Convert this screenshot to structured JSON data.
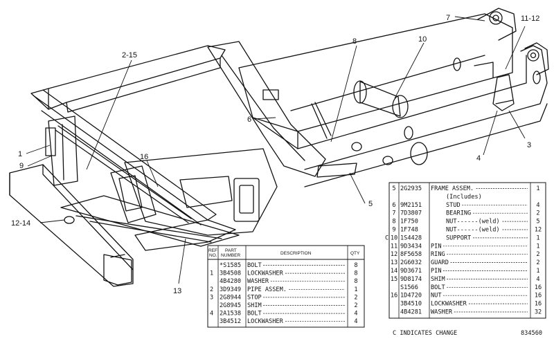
{
  "callouts": [
    "7",
    "11-12",
    "2-15",
    "8",
    "10",
    "6",
    "1",
    "9",
    "16",
    "5",
    "3",
    "4",
    "12-14",
    "13"
  ],
  "table_left": {
    "headers": {
      "ref_line1": "REF",
      "ref_line2": "NO.",
      "part_line1": "PART",
      "part_line2": "NUMBER",
      "description": "DESCRIPTION",
      "qty": "QTY"
    },
    "rows": [
      {
        "ref": "",
        "part": "*S1585",
        "desc": "BOLT",
        "qty": "8"
      },
      {
        "ref": "1",
        "part": "3B4508",
        "desc": "LOCKWASHER",
        "qty": "8"
      },
      {
        "ref": "",
        "part": "4B4280",
        "desc": "WASHER",
        "qty": "8"
      },
      {
        "ref": "2",
        "part": "3D9349",
        "desc": "PIPE ASSEM.",
        "qty": "1"
      },
      {
        "ref": "3",
        "part": "2G8944",
        "desc": "STOP",
        "qty": "2"
      },
      {
        "ref": "",
        "part": "2G8945",
        "desc": "SHIM",
        "qty": "2"
      },
      {
        "ref": "4",
        "part": "2A1538",
        "desc": "BOLT",
        "qty": "4"
      },
      {
        "ref": "",
        "part": "3B4512",
        "desc": "LOCKWASHER",
        "qty": "4"
      }
    ]
  },
  "table_right": {
    "rows": [
      {
        "c": "",
        "ref": "5",
        "part": "2G2935",
        "desc": "FRAME ASSEM.",
        "qty": "1"
      },
      {
        "c": "",
        "ref": "",
        "part": "",
        "desc": "(Includes)",
        "qty": ""
      },
      {
        "c": "",
        "ref": "6",
        "part": "9M2151",
        "desc": "STUD",
        "qty": "4"
      },
      {
        "c": "",
        "ref": "7",
        "part": "7D3807",
        "desc": "BEARING",
        "qty": "2"
      },
      {
        "c": "",
        "ref": "8",
        "part": "1F750",
        "desc": "NUT------(weld)",
        "qty": "5"
      },
      {
        "c": "",
        "ref": "9",
        "part": "1F748",
        "desc": "NUT------(weld)",
        "qty": "12"
      },
      {
        "c": "C",
        "ref": "10",
        "part": "1S4428",
        "desc": "SUPPORT",
        "qty": "1"
      },
      {
        "c": "",
        "ref": "11",
        "part": "9D3434",
        "desc": "PIN",
        "qty": "1"
      },
      {
        "c": "",
        "ref": "12",
        "part": "8F5658",
        "desc": "RING",
        "qty": "2"
      },
      {
        "c": "",
        "ref": "13",
        "part": "2G6032",
        "desc": "GUARD",
        "qty": "2"
      },
      {
        "c": "",
        "ref": "14",
        "part": "9D3671",
        "desc": "PIN",
        "qty": "1"
      },
      {
        "c": "",
        "ref": "15",
        "part": "9D8174",
        "desc": "SHIM",
        "qty": "4"
      },
      {
        "c": "",
        "ref": "",
        "part": "S1566",
        "desc": "BOLT",
        "qty": "16"
      },
      {
        "c": "",
        "ref": "16",
        "part": "1D4720",
        "desc": "NUT",
        "qty": "16"
      },
      {
        "c": "",
        "ref": "",
        "part": "3B4510",
        "desc": "LOCKWASHER",
        "qty": "16"
      },
      {
        "c": "",
        "ref": "",
        "part": "4B4281",
        "desc": "WASHER",
        "qty": "32"
      }
    ]
  },
  "footer": {
    "note": "C INDICATES CHANGE",
    "figure_number": "834560"
  }
}
